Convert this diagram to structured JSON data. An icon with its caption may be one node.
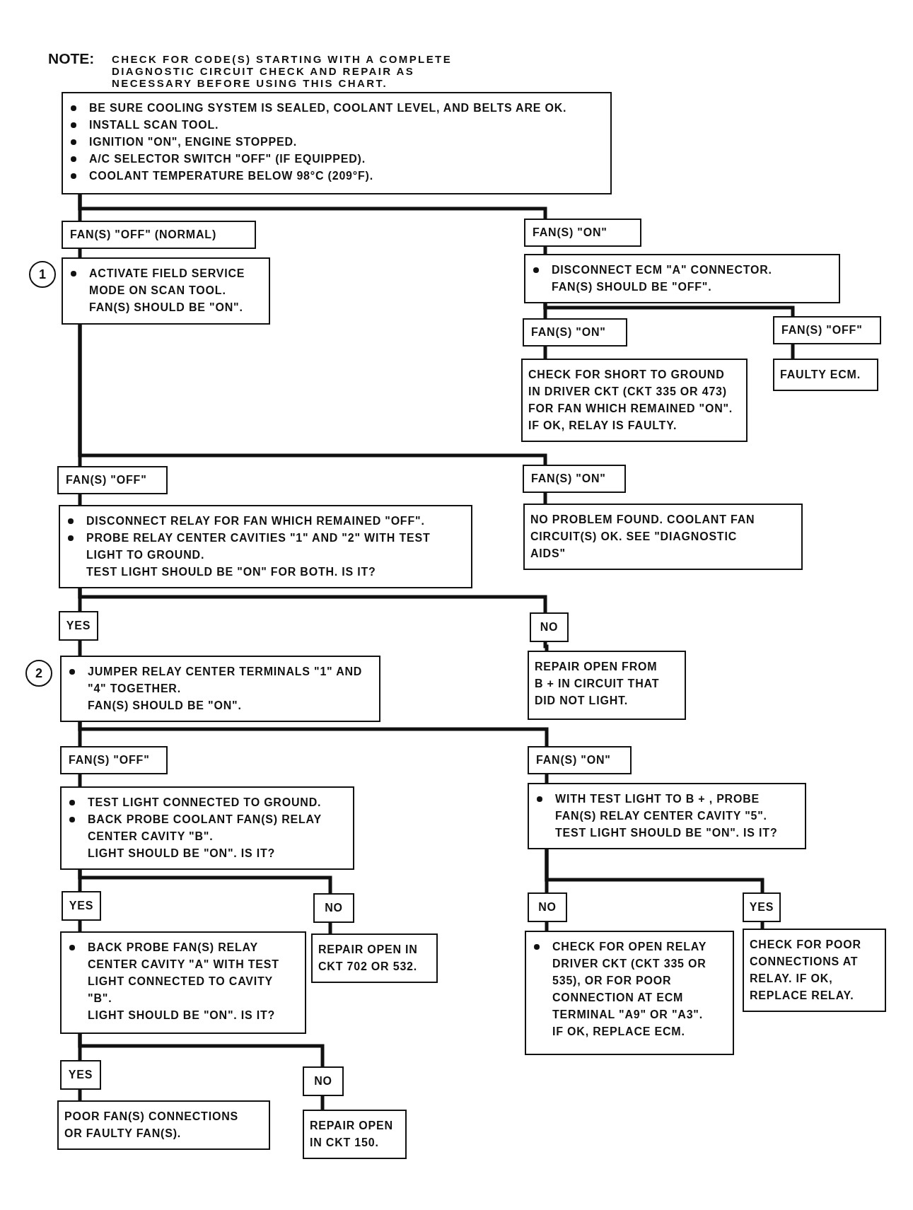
{
  "diagram": {
    "nodes": [
      {
        "text": [
          "BE SURE COOLING SYSTEM IS SEALED, COOLANT LEVEL, AND BELTS ARE OK.",
          "INSTALL SCAN TOOL.",
          "IGNITION \"ON\", ENGINE STOPPED.",
          "A/C SELECTOR SWITCH \"OFF\" (IF EQUIPPED).",
          "COOLANT TEMPERATURE BELOW 98°C (209°F)."
        ]
      },
      {
        "text": [
          "FAN(S) \"OFF\" (NORMAL)"
        ]
      },
      {
        "text": [
          "ACTIVATE FIELD SERVICE MODE ON SCAN TOOL.",
          "FAN(S) SHOULD BE \"ON\"."
        ],
        "beside": [
          "1"
        ]
      },
      {
        "text": [
          "FAN(S) \"ON\""
        ]
      },
      {
        "text": [
          "DISCONNECT ECM \"A\" CONNECTOR.",
          "FAN(S) SHOULD BE \"OFF\"."
        ]
      },
      {
        "text": [
          "FAN(S) \"ON\""
        ]
      },
      {
        "text": [
          "FAN(S) \"OFF\""
        ]
      },
      {
        "text": [
          "CHECK FOR SHORT TO GROUND IN DRIVER CKT (CKT 335 OR 473) FOR FAN WHICH REMAINED \"ON\". IF OK, RELAY IS FAULTY."
        ]
      },
      {
        "text": [
          "FAULTY ECM."
        ]
      },
      {
        "text": [
          "FAN(S) \"OFF\""
        ]
      },
      {
        "text": [
          "FAN(S) \"ON\""
        ]
      },
      {
        "text": [
          "DISCONNECT RELAY FOR FAN WHICH REMAINED \"OFF\".",
          "PROBE RELAY CENTER CAVITIES \"1\" AND \"2\" WITH TEST LIGHT TO GROUND.",
          "TEST LIGHT SHOULD BE \"ON\" FOR BOTH. IS IT?"
        ]
      },
      {
        "text": [
          "NO PROBLEM FOUND. COOLANT FAN CIRCUIT(S) OK. SEE \"DIAGNOSTIC AIDS\""
        ]
      },
      {
        "text": [
          "YES"
        ]
      },
      {
        "text": [
          "NO"
        ]
      },
      {
        "text": [
          "JUMPER RELAY CENTER TERMINALS \"1\" AND \"4\" TOGETHER.",
          "FAN(S) SHOULD BE \"ON\"."
        ],
        "beside": [
          "2"
        ]
      },
      {
        "text": [
          "REPAIR OPEN FROM B + IN CIRCUIT THAT DID NOT LIGHT."
        ]
      },
      {
        "text": [
          "FAN(S) \"OFF\""
        ]
      },
      {
        "text": [
          "FAN(S) \"ON\""
        ]
      },
      {
        "text": [
          "TEST LIGHT CONNECTED TO GROUND.",
          "BACK PROBE COOLANT FAN(S) RELAY CENTER CAVITY \"B\".",
          "LIGHT SHOULD BE \"ON\". IS IT?"
        ]
      },
      {
        "text": [
          "WITH TEST LIGHT TO B + , PROBE FAN(S) RELAY CENTER CAVITY \"5\".",
          "TEST LIGHT SHOULD BE \"ON\". IS IT?"
        ]
      },
      {
        "text": [
          "YES"
        ]
      },
      {
        "text": [
          "NO"
        ]
      },
      {
        "text": [
          "NO"
        ]
      },
      {
        "text": [
          "YES"
        ]
      },
      {
        "text": [
          "BACK PROBE FAN(S) RELAY CENTER CAVITY \"A\" WITH TEST LIGHT CONNECTED TO CAVITY \"B\".",
          "LIGHT SHOULD BE \"ON\". IS IT?"
        ]
      },
      {
        "text": [
          "REPAIR OPEN IN CKT 702 OR 532."
        ]
      },
      {
        "text": [
          "CHECK FOR OPEN RELAY DRIVER CKT (CKT 335 OR 535), OR FOR POOR CONNECTION AT ECM TERMINAL \"A9\" OR \"A3\".",
          "IF OK, REPLACE ECM."
        ]
      },
      {
        "text": [
          "CHECK FOR POOR CONNECTIONS AT RELAY. IF OK, REPLACE RELAY."
        ]
      },
      {
        "text": [
          "YES"
        ]
      },
      {
        "text": [
          "NO"
        ]
      },
      {
        "text": [
          "POOR FAN(S) CONNECTIONS OR FAULTY FAN(S)."
        ]
      },
      {
        "text": [
          "REPAIR OPEN IN CKT 150."
        ]
      }
    ],
    "edges": [
      {
        "from": 0,
        "to": 1,
        "arrow": "none"
      },
      {
        "from": 0,
        "to": 3,
        "arrow": "none"
      },
      {
        "from": 1,
        "to": 2,
        "arrow": "none"
      },
      {
        "from": 3,
        "to": 4,
        "arrow": "none"
      },
      {
        "from": 4,
        "to": 5,
        "arrow": "none"
      },
      {
        "from": 4,
        "to": 6,
        "arrow": "none"
      },
      {
        "from": 5,
        "to": 7,
        "arrow": "none"
      },
      {
        "from": 6,
        "to": 8,
        "arrow": "none"
      },
      {
        "from": 2,
        "to": 9,
        "arrow": "none"
      },
      {
        "from": 2,
        "to": 10,
        "arrow": "none"
      },
      {
        "from": 9,
        "to": 11,
        "arrow": "none"
      },
      {
        "from": 10,
        "to": 12,
        "arrow": "none"
      },
      {
        "from": 11,
        "to": 13,
        "arrow": "none"
      },
      {
        "from": 11,
        "to": 14,
        "arrow": "none"
      },
      {
        "from": 13,
        "to": 15,
        "arrow": "none"
      },
      {
        "from": 14,
        "to": 16,
        "arrow": "none"
      },
      {
        "from": 15,
        "to": 17,
        "arrow": "none"
      },
      {
        "from": 15,
        "to": 18,
        "arrow": "none"
      },
      {
        "from": 17,
        "to": 19,
        "arrow": "none"
      },
      {
        "from": 18,
        "to": 20,
        "arrow": "none"
      },
      {
        "from": 19,
        "to": 21,
        "arrow": "none"
      },
      {
        "from": 19,
        "to": 22,
        "arrow": "none"
      },
      {
        "from": 20,
        "to": 23,
        "arrow": "none"
      },
      {
        "from": 20,
        "to": 24,
        "arrow": "none"
      },
      {
        "from": 21,
        "to": 25,
        "arrow": "none"
      },
      {
        "from": 22,
        "to": 26,
        "arrow": "none"
      },
      {
        "from": 23,
        "to": 27,
        "arrow": "none"
      },
      {
        "from": 24,
        "to": 28,
        "arrow": "none"
      },
      {
        "from": 25,
        "to": 29,
        "arrow": "none"
      },
      {
        "from": 25,
        "to": 30,
        "arrow": "none"
      },
      {
        "from": 29,
        "to": 31,
        "arrow": "none"
      },
      {
        "from": 30,
        "to": 32,
        "arrow": "none"
      }
    ],
    "labels": [
      "NOTE:",
      "CHECK FOR CODE(S) STARTING WITH A COMPLETE DIAGNOSTIC CIRCUIT CHECK AND REPAIR AS NECESSARY BEFORE USING THIS CHART."
    ]
  }
}
